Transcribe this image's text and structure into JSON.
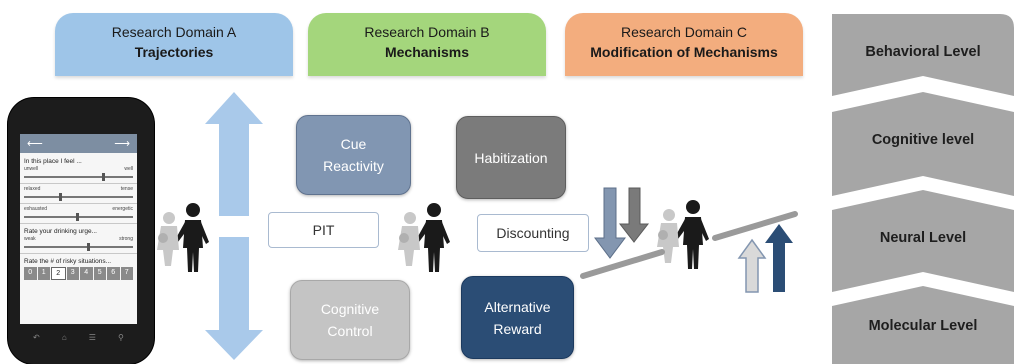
{
  "domains": {
    "a": {
      "title": "Research Domain A",
      "subtitle": "Trajectories"
    },
    "b": {
      "title": "Research Domain B",
      "subtitle": "Mechanisms"
    },
    "c": {
      "title": "Research Domain C",
      "subtitle": "Modification of Mechanisms"
    }
  },
  "boxes": {
    "cue_reactivity": "Cue Reactivity",
    "habitization": "Habitization",
    "pit": "PIT",
    "discounting": "Discounting",
    "cognitive_control": "Cognitive Control",
    "alternative_reward": "Alternative Reward"
  },
  "levels": [
    "Behavioral Level",
    "Cognitive level",
    "Neural Level",
    "Molecular Level"
  ],
  "phone": {
    "q1": "In this place I feel ...",
    "s1_left": "unwell",
    "s1_right": "well",
    "s2_left": "relaxed",
    "s2_right": "tense",
    "s3_left": "exhausted",
    "s3_right": "energetic",
    "q2": "Rate your drinking urge...",
    "s4_left": "weak",
    "s4_right": "strong",
    "q3": "Rate the # of risky situations...",
    "digits": [
      "0",
      "1",
      "2",
      "3",
      "4",
      "5",
      "6",
      "7"
    ],
    "selected_digit": "2"
  },
  "colors": {
    "domain_a": "#9ec5e8",
    "domain_b": "#a4d67c",
    "domain_c": "#f3ad7e",
    "cue": "#8196b2",
    "habit": "#7b7b7b",
    "cognitive": "#c4c4c4",
    "alternative": "#2b4d75",
    "chevron": "#a6a6a6"
  }
}
